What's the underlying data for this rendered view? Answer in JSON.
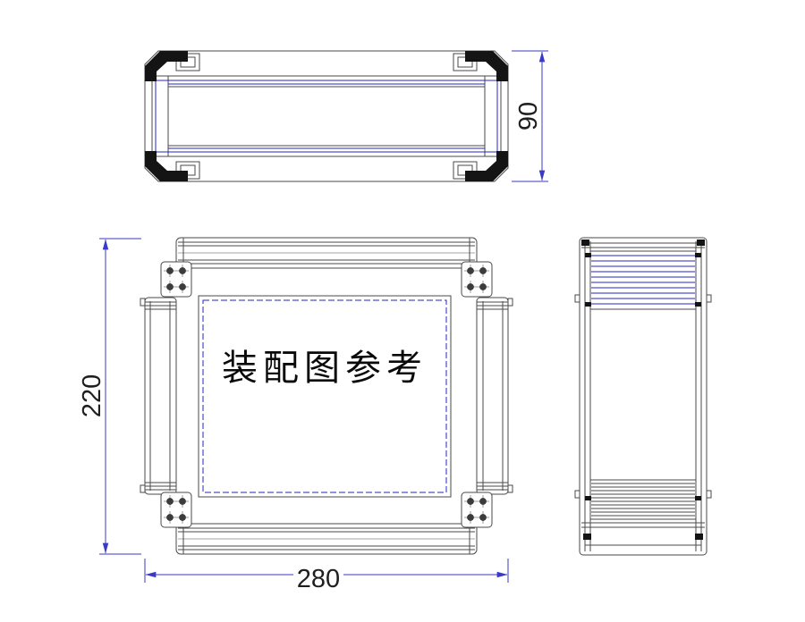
{
  "drawing": {
    "title_text": "装配图参考",
    "dimensions": {
      "width": "280",
      "height": "220",
      "depth": "90"
    }
  },
  "colors": {
    "background": "#ffffff",
    "outline": "#4a4a4a",
    "accent_blue": "#2424c4",
    "dimension_line": "#3a3ac8",
    "dimension_text": "#1f1f1f",
    "corner_cap": "#141414"
  }
}
